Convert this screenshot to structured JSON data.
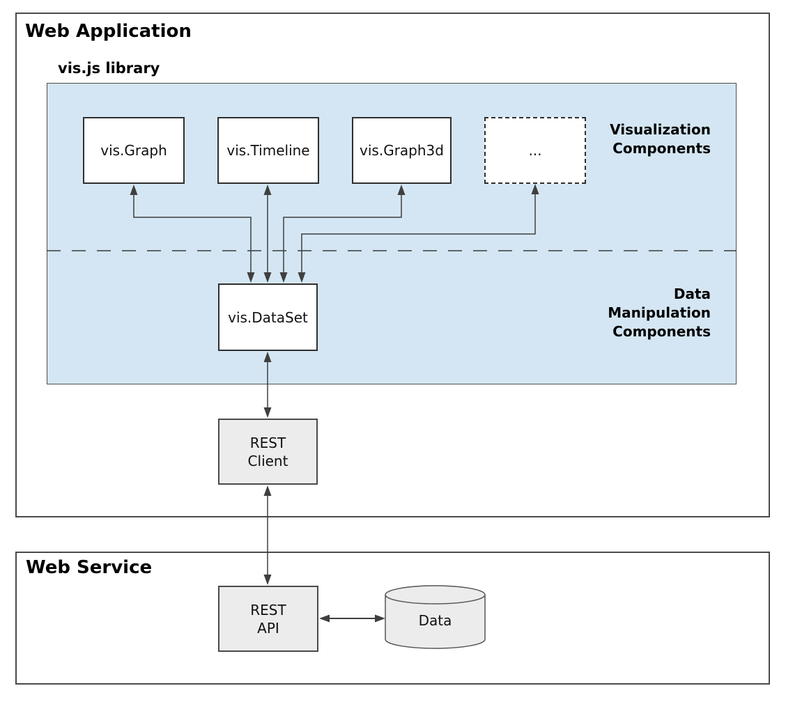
{
  "colors": {
    "library_fill": "#d4e6f3",
    "component_fill": "#ffffff",
    "service_box_fill": "#ececec",
    "line_color": "#3f3f3f",
    "border_color": "#2f2f2f"
  },
  "web_application": {
    "title": "Web Application",
    "library_label": "vis.js library",
    "section_labels": {
      "visualization": [
        "Visualization",
        "Components"
      ],
      "data_manipulation": [
        "Data",
        "Manipulation",
        "Components"
      ]
    },
    "components": {
      "graph": "vis.Graph",
      "timeline": "vis.Timeline",
      "graph3d": "vis.Graph3d",
      "more": "...",
      "dataset": "vis.DataSet"
    },
    "rest_client": [
      "REST",
      "Client"
    ]
  },
  "web_service": {
    "title": "Web Service",
    "rest_api": [
      "REST",
      "API"
    ],
    "data_store": "Data"
  }
}
